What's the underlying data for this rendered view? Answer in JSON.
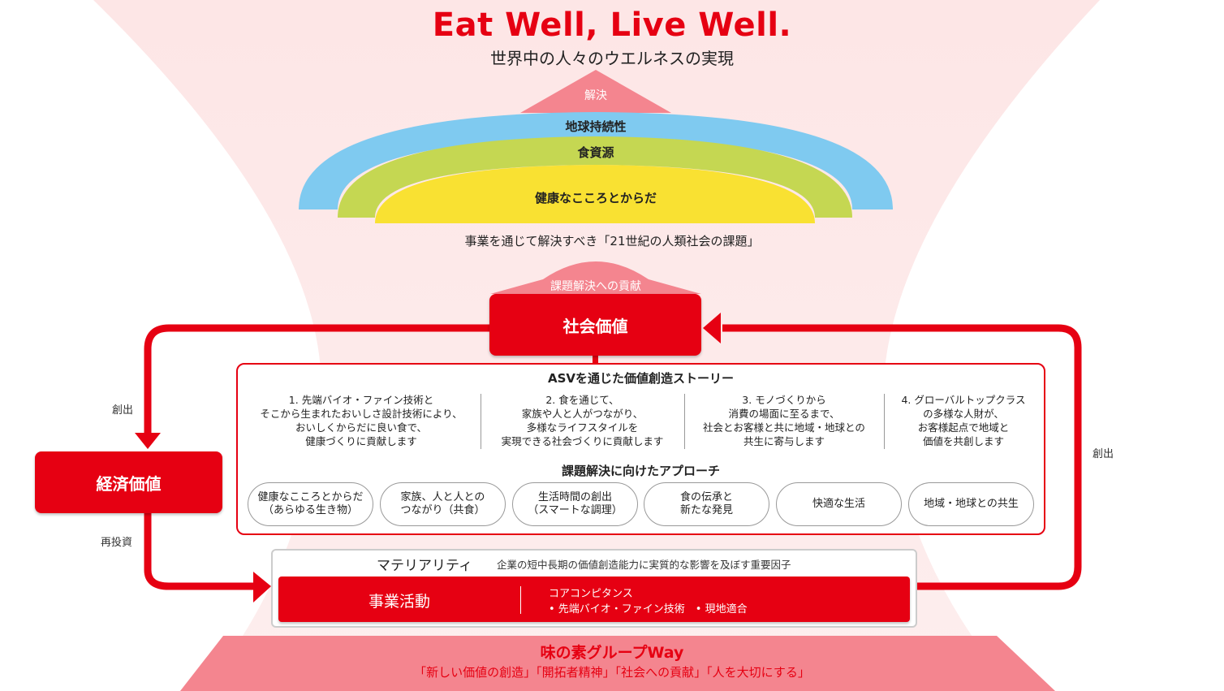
{
  "header": {
    "title": "Eat Well, Live Well.",
    "subtitle": "世界中の人々のウエルネスの実現"
  },
  "arcs": {
    "solve_label": "解決",
    "outer": "地球持続性",
    "middle": "食資源",
    "inner": "健康なこころとからだ",
    "caption": "事業を通じて解決すべき「21世紀の人類社会の課題」"
  },
  "contribution_label": "課題解決への貢献",
  "social_value": "社会価値",
  "economic_value": "経済価値",
  "flow_labels": {
    "create_left": "創出",
    "reinvest": "再投資",
    "create_right": "創出"
  },
  "asv": {
    "title": "ASVを通じた価値創造ストーリー",
    "stories": [
      [
        "1. 先端バイオ・ファイン技術と",
        "そこから生まれたおいしさ設計技術により、",
        "おいしくからだに良い食で、",
        "健康づくりに貢献します"
      ],
      [
        "2. 食を通じて、",
        "家族や人と人がつながり、",
        "多様なライフスタイルを",
        "実現できる社会づくりに貢献します"
      ],
      [
        "3. モノづくりから",
        "消費の場面に至るまで、",
        "社会とお客様と共に地域・地球との",
        "共生に寄与します"
      ],
      [
        "4. グローバルトップクラス",
        "の多様な人財が、",
        "お客様起点で地域と",
        "価値を共創します"
      ]
    ],
    "approach_title": "課題解決に向けたアプローチ",
    "approaches": [
      [
        "健康なこころとからだ",
        "（あらゆる生き物）"
      ],
      [
        "家族、人と人との",
        "つながり（共食）"
      ],
      [
        "生活時間の創出",
        "（スマートな調理）"
      ],
      [
        "食の伝承と",
        "新たな発見"
      ],
      [
        "快適な生活"
      ],
      [
        "地域・地球との共生"
      ]
    ]
  },
  "materiality": {
    "title": "マテリアリティ",
    "description": "企業の短中長期の価値創造能力に実質的な影響を及ぼす重要因子"
  },
  "business": {
    "label": "事業活動",
    "core_title": "コアコンピタンス",
    "core_items": "• 先端バイオ・ファイン技術　• 現地適合"
  },
  "group_way": {
    "title": "味の素グループWay",
    "values": "「新しい価値の創造」「開拓者精神」「社会への貢献」「人を大切にする」"
  },
  "colors": {
    "brand_red": "#e60012",
    "pink": "#f4858f",
    "blue": "#7fcaf0",
    "green": "#c5d752",
    "yellow": "#f9e132"
  }
}
